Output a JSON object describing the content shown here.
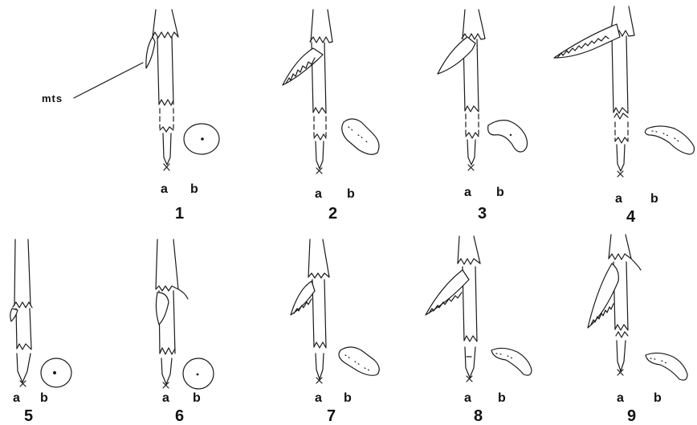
{
  "figure": {
    "annotation": "mts",
    "panels": [
      {
        "number": "1",
        "a": "a",
        "b": "b"
      },
      {
        "number": "2",
        "a": "a",
        "b": "b"
      },
      {
        "number": "3",
        "a": "a",
        "b": "b"
      },
      {
        "number": "4",
        "a": "a",
        "b": "b"
      },
      {
        "number": "5",
        "a": "a",
        "b": "b"
      },
      {
        "number": "6",
        "a": "a",
        "b": "b"
      },
      {
        "number": "7",
        "a": "a",
        "b": "b"
      },
      {
        "number": "8",
        "a": "a",
        "b": "b"
      },
      {
        "number": "9",
        "a": "a",
        "b": "b"
      }
    ]
  }
}
